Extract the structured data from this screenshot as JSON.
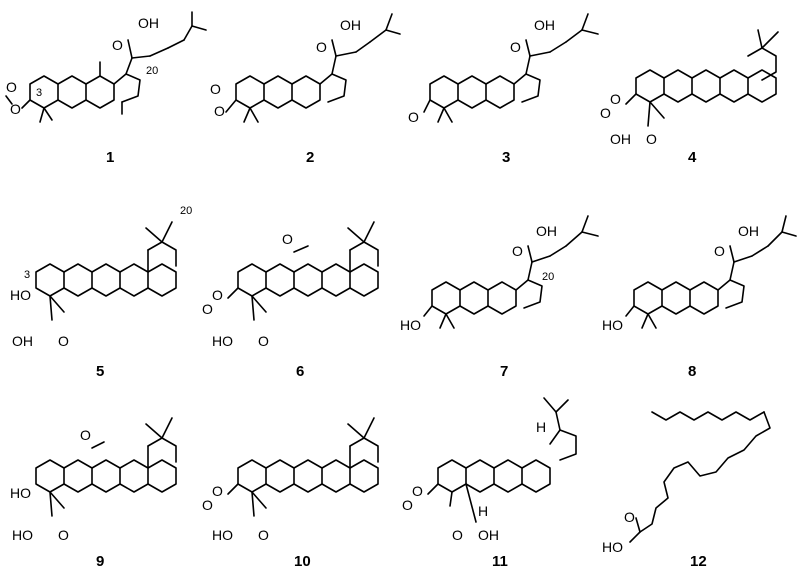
{
  "compounds": [
    {
      "id": "1",
      "heteroatoms": [
        "OH",
        "O",
        "O",
        "O"
      ],
      "numbers": [
        "3",
        "20"
      ]
    },
    {
      "id": "2",
      "heteroatoms": [
        "OH",
        "O",
        "O",
        "O"
      ],
      "numbers": []
    },
    {
      "id": "3",
      "heteroatoms": [
        "OH",
        "O",
        "O"
      ],
      "numbers": []
    },
    {
      "id": "4",
      "heteroatoms": [
        "O",
        "O",
        "OH",
        "O"
      ],
      "numbers": []
    },
    {
      "id": "5",
      "heteroatoms": [
        "HO",
        "OH",
        "O"
      ],
      "numbers": [
        "3",
        "20"
      ]
    },
    {
      "id": "6",
      "heteroatoms": [
        "O",
        "O",
        "O",
        "HO",
        "O"
      ],
      "numbers": []
    },
    {
      "id": "7",
      "heteroatoms": [
        "OH",
        "O",
        "HO"
      ],
      "numbers": [
        "20"
      ]
    },
    {
      "id": "8",
      "heteroatoms": [
        "OH",
        "O",
        "HO"
      ],
      "numbers": []
    },
    {
      "id": "9",
      "heteroatoms": [
        "O",
        "HO",
        "HO",
        "O"
      ],
      "numbers": []
    },
    {
      "id": "10",
      "heteroatoms": [
        "O",
        "O",
        "HO",
        "O"
      ],
      "numbers": []
    },
    {
      "id": "11",
      "heteroatoms": [
        "H",
        "O",
        "O",
        "H",
        "O",
        "OH"
      ],
      "numbers": []
    },
    {
      "id": "12",
      "heteroatoms": [
        "O",
        "HO"
      ],
      "numbers": []
    }
  ]
}
